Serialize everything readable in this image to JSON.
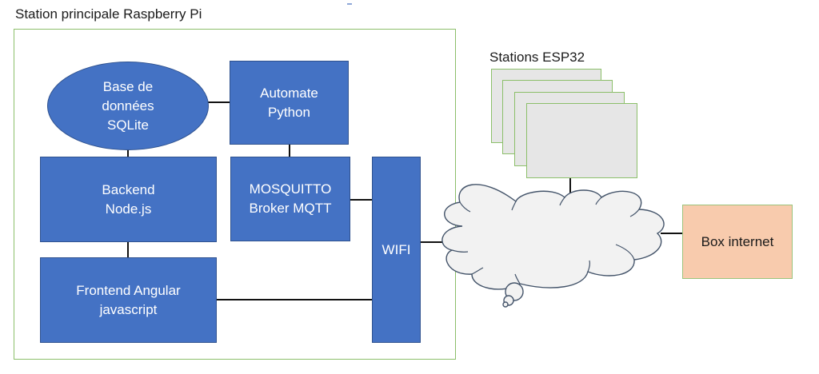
{
  "diagram": {
    "main_station": {
      "title": "Station principale Raspberry Pi",
      "nodes": {
        "database": "Base de\ndonnées\nSQLite",
        "automate": "Automate\nPython",
        "backend": "Backend\nNode.js",
        "mosquitto": "MOSQUITTO\nBroker MQTT",
        "frontend": "Frontend Angular\njavascript",
        "wifi": "WIFI"
      }
    },
    "esp_stations": {
      "title": "Stations ESP32",
      "count": 4
    },
    "cloud": {
      "label": ""
    },
    "box_internet": {
      "label": "Box internet"
    },
    "connections": [
      [
        "database",
        "automate"
      ],
      [
        "database",
        "backend"
      ],
      [
        "automate",
        "mosquitto"
      ],
      [
        "backend",
        "frontend"
      ],
      [
        "mosquitto",
        "wifi"
      ],
      [
        "frontend",
        "wifi"
      ],
      [
        "wifi",
        "cloud"
      ],
      [
        "esp_stations",
        "cloud"
      ],
      [
        "cloud",
        "box_internet"
      ]
    ],
    "colors": {
      "node_fill": "#4472c4",
      "node_border": "#2f528f",
      "frame_border": "#8cbf6a",
      "esp_fill": "#e6e6e6",
      "cloud_fill": "#f2f2f2",
      "cloud_stroke": "#44546a",
      "box_internet_fill": "#f8cbad"
    }
  }
}
